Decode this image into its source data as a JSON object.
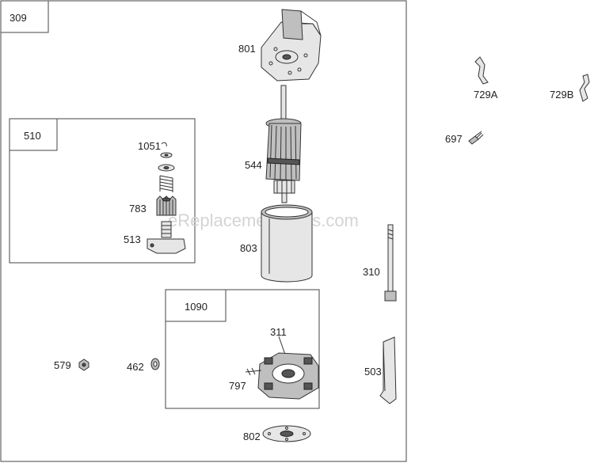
{
  "watermark": "eReplacementParts.com",
  "groups": {
    "main": "309",
    "drive": "510",
    "brush": "1090"
  },
  "parts": {
    "p801": "801",
    "p544": "544",
    "p803": "803",
    "p1051": "1051",
    "p783": "783",
    "p513": "513",
    "p311": "311",
    "p797": "797",
    "p802": "802",
    "p579": "579",
    "p462": "462",
    "p729a": "729A",
    "p729b": "729B",
    "p697": "697",
    "p310": "310",
    "p503": "503"
  }
}
